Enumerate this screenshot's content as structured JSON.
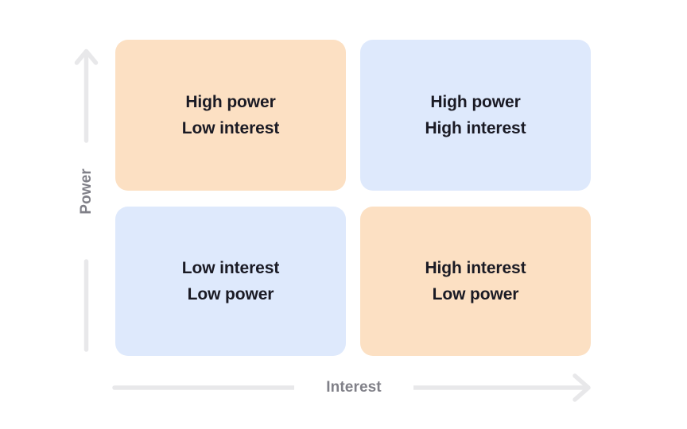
{
  "diagram": {
    "type": "power-interest-matrix",
    "background_color": "#FFFFFF"
  },
  "axes": {
    "y": {
      "label": "Power",
      "label_color": "#808088",
      "line_color": "#E8E8EA",
      "direction": "up",
      "arrow_icon": "arrow-up-icon"
    },
    "x": {
      "label": "Interest",
      "label_color": "#808088",
      "line_color": "#E8E8EA",
      "direction": "right",
      "arrow_icon": "arrow-right-icon"
    }
  },
  "quadrants": [
    {
      "id": "high-power-low-interest",
      "lines": [
        "High power",
        "Low interest"
      ],
      "color": "#FCE0C3",
      "color_name": "orange",
      "position": "top-left"
    },
    {
      "id": "high-power-high-interest",
      "lines": [
        "High power",
        "High interest"
      ],
      "color": "#DEE9FC",
      "color_name": "blue",
      "position": "top-right"
    },
    {
      "id": "low-interest-low-power",
      "lines": [
        "Low interest",
        "Low power"
      ],
      "color": "#DEE9FC",
      "color_name": "blue",
      "position": "bottom-left"
    },
    {
      "id": "high-interest-low-power",
      "lines": [
        "High interest",
        "Low power"
      ],
      "color": "#FCE0C3",
      "color_name": "orange",
      "position": "bottom-right"
    }
  ],
  "text_color": "#1A1A24"
}
